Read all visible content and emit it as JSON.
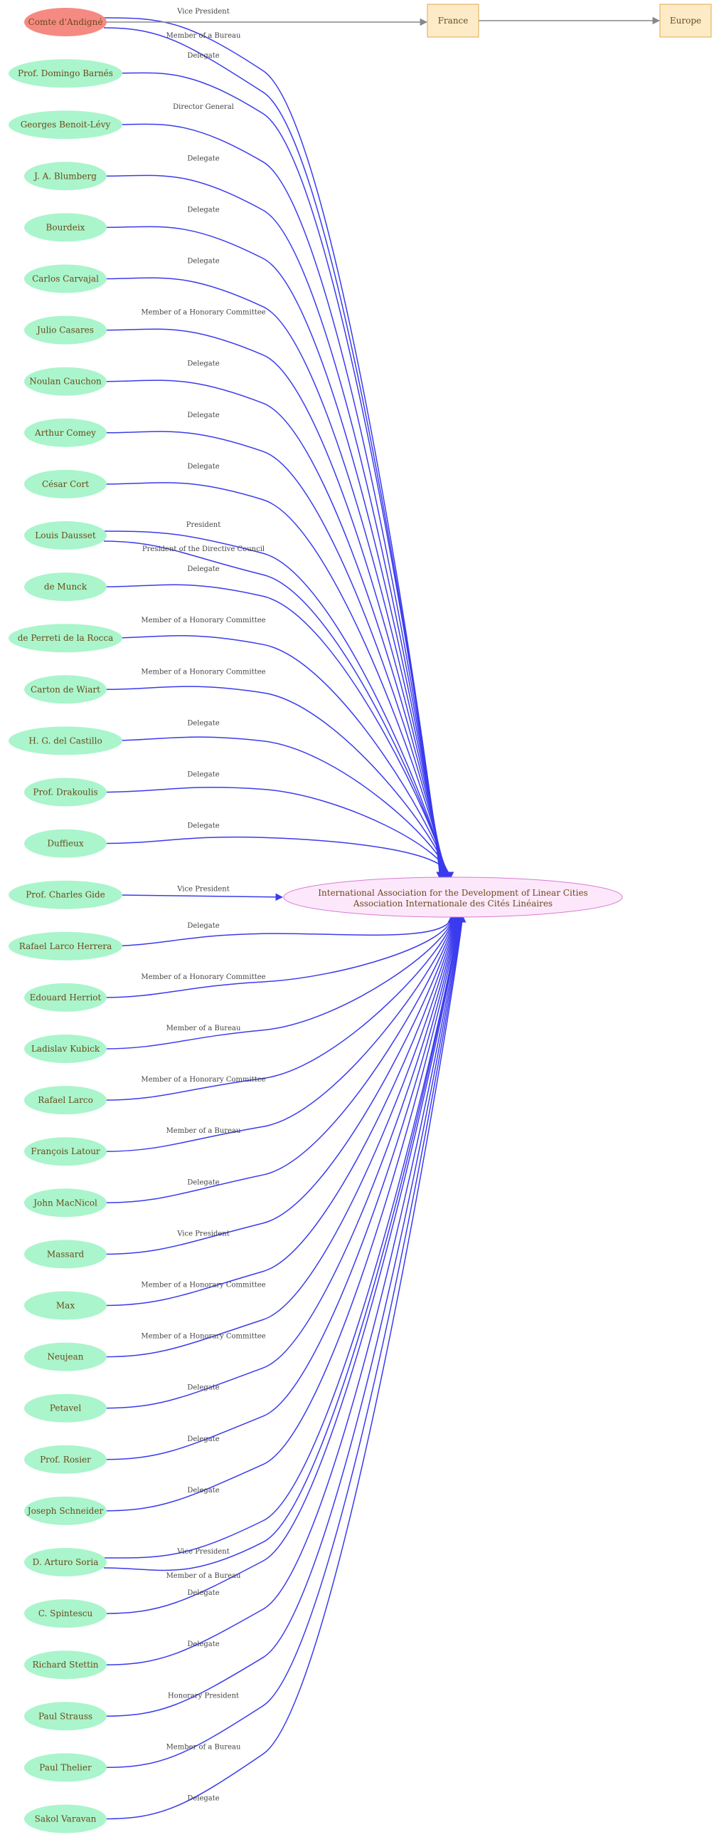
{
  "colors": {
    "person_fill": "#aaf5cc",
    "highlight_fill": "#f58a82",
    "center_fill": "#fde8fb",
    "center_stroke": "#d97ad2",
    "box_fill": "#fdebc8",
    "box_stroke": "#e0a84a",
    "edge": "#3a3aee",
    "gray_edge": "#888888",
    "text": "#6b4a1a"
  },
  "center": {
    "line1": "International Association for the Development of Linear Cities",
    "line2": "Association Internationale des Cités Linéaires"
  },
  "countries": [
    {
      "id": "france",
      "label": "France"
    },
    {
      "id": "europe",
      "label": "Europe"
    }
  ],
  "people": [
    {
      "name": "Comte d'Andigné",
      "highlight": true,
      "edges": [
        "Vice President",
        "Member of a Bureau"
      ]
    },
    {
      "name": "Prof. Domingo Barnés",
      "edges": [
        "Delegate"
      ]
    },
    {
      "name": "Georges Benoit-Lévy",
      "edges": [
        "Director General"
      ]
    },
    {
      "name": "J. A. Blumberg",
      "edges": [
        "Delegate"
      ]
    },
    {
      "name": "Bourdeix",
      "edges": [
        "Delegate"
      ]
    },
    {
      "name": "Carlos Carvajal",
      "edges": [
        "Delegate"
      ]
    },
    {
      "name": "Julio Casares",
      "edges": [
        "Member of a Honorary Committee"
      ]
    },
    {
      "name": "Noulan Cauchon",
      "edges": [
        "Delegate"
      ]
    },
    {
      "name": "Arthur Comey",
      "edges": [
        "Delegate"
      ]
    },
    {
      "name": "César Cort",
      "edges": [
        "Delegate"
      ]
    },
    {
      "name": "Louis Dausset",
      "edges": [
        "President",
        "President of the Directive Council"
      ]
    },
    {
      "name": "de Munck",
      "edges": [
        "Delegate"
      ]
    },
    {
      "name": "de Perreti de la Rocca",
      "edges": [
        "Member of a Honorary Committee"
      ]
    },
    {
      "name": "Carton  de Wiart",
      "edges": [
        "Member of a Honorary Committee"
      ]
    },
    {
      "name": "H. G.  del Castillo",
      "edges": [
        "Delegate"
      ]
    },
    {
      "name": "Prof. Drakoulis",
      "edges": [
        "Delegate"
      ]
    },
    {
      "name": "Duffieux",
      "edges": [
        "Delegate"
      ]
    },
    {
      "name": "Prof. Charles Gide",
      "edges": [
        "Vice President"
      ]
    },
    {
      "name": "Rafael Larco Herrera",
      "edges": [
        "Delegate"
      ]
    },
    {
      "name": "Edouard Herriot",
      "edges": [
        "Member of a Honorary Committee"
      ]
    },
    {
      "name": "Ladislav Kubick",
      "edges": [
        "Member of a Bureau"
      ]
    },
    {
      "name": "Rafael Larco",
      "edges": [
        "Member of a Honorary Committee"
      ]
    },
    {
      "name": "François Latour",
      "edges": [
        "Member of a Bureau"
      ]
    },
    {
      "name": "John MacNicol",
      "edges": [
        "Delegate"
      ]
    },
    {
      "name": "Massard",
      "edges": [
        "Vice President"
      ]
    },
    {
      "name": "Max",
      "edges": [
        "Member of a Honorary Committee"
      ]
    },
    {
      "name": "Neujean",
      "edges": [
        "Member of a Honorary Committee"
      ]
    },
    {
      "name": "Petavel",
      "edges": [
        "Delegate"
      ]
    },
    {
      "name": "Prof. Rosier",
      "edges": [
        "Delegate"
      ]
    },
    {
      "name": "Joseph Schneider",
      "edges": [
        "Delegate"
      ]
    },
    {
      "name": "D. Arturo Soria",
      "edges": [
        "Vice President",
        "Member of a Bureau"
      ]
    },
    {
      "name": "C. Spintescu",
      "edges": [
        "Delegate"
      ]
    },
    {
      "name": "Richard Stettin",
      "edges": [
        "Delegate"
      ]
    },
    {
      "name": "Paul Strauss",
      "edges": [
        "Honorary President"
      ]
    },
    {
      "name": "Paul Thelier",
      "edges": [
        "Member of a Bureau"
      ]
    },
    {
      "name": "Sakol Varavan",
      "edges": [
        "Delegate"
      ]
    }
  ]
}
